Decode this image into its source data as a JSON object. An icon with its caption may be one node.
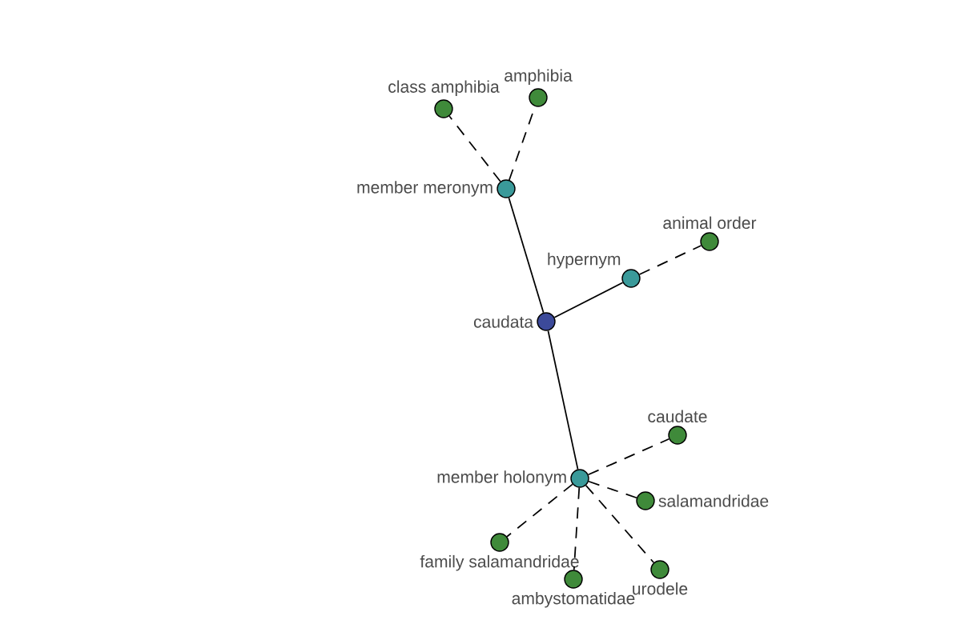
{
  "diagram": {
    "nodes": [
      {
        "text": [
          "class amphibia"
        ]
      },
      {
        "text": [
          "amphibia"
        ]
      },
      {
        "text": [
          "member meronym"
        ]
      },
      {
        "text": [
          "animal order"
        ]
      },
      {
        "text": [
          "hypernym"
        ]
      },
      {
        "text": [
          "caudata"
        ]
      },
      {
        "text": [
          "caudate"
        ]
      },
      {
        "text": [
          "member holonym"
        ]
      },
      {
        "text": [
          "salamandridae"
        ]
      },
      {
        "text": [
          "family salamandridae"
        ]
      },
      {
        "text": [
          "ambystomatidae"
        ]
      },
      {
        "text": [
          "urodele"
        ]
      }
    ],
    "edges": [
      {
        "from": 5,
        "to": 2,
        "arrow": "none"
      },
      {
        "from": 5,
        "to": 4,
        "arrow": "none"
      },
      {
        "from": 5,
        "to": 7,
        "arrow": "none"
      },
      {
        "from": 2,
        "to": 0,
        "arrow": "none",
        "style": "dashed"
      },
      {
        "from": 2,
        "to": 1,
        "arrow": "none",
        "style": "dashed"
      },
      {
        "from": 4,
        "to": 3,
        "arrow": "none",
        "style": "dashed"
      },
      {
        "from": 7,
        "to": 6,
        "arrow": "none",
        "style": "dashed"
      },
      {
        "from": 7,
        "to": 8,
        "arrow": "none",
        "style": "dashed"
      },
      {
        "from": 7,
        "to": 9,
        "arrow": "none",
        "style": "dashed"
      },
      {
        "from": 7,
        "to": 10,
        "arrow": "none",
        "style": "dashed"
      },
      {
        "from": 7,
        "to": 11,
        "arrow": "none",
        "style": "dashed"
      }
    ]
  }
}
